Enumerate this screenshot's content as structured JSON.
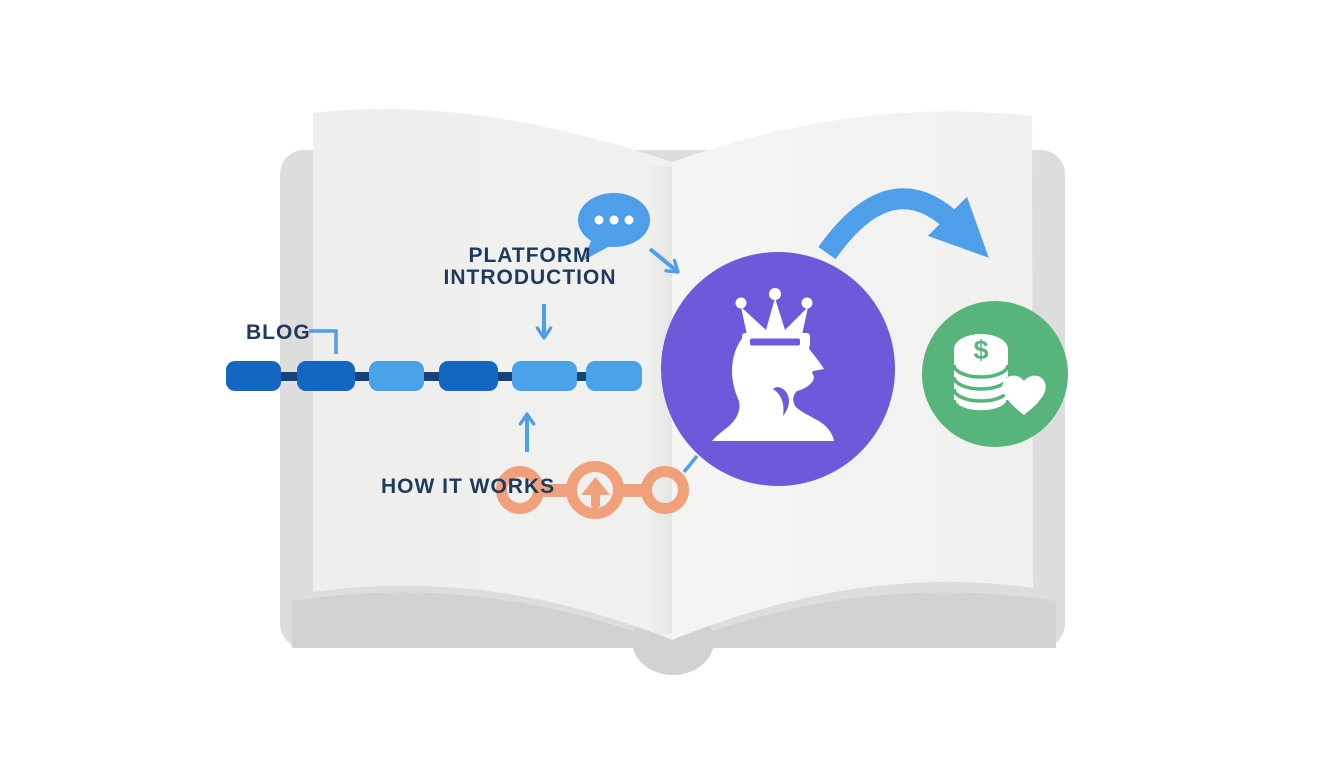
{
  "labels": {
    "blog": "BLOG",
    "platform_intro_line1": "PLATFORM",
    "platform_intro_line2": "INTRODUCTION",
    "how_it_works": "HOW IT WORKS"
  },
  "coin": {
    "symbol": "$"
  },
  "timeline": {
    "blocks": [
      {
        "tone": "dark"
      },
      {
        "tone": "dark"
      },
      {
        "tone": "light"
      },
      {
        "tone": "dark"
      },
      {
        "tone": "light"
      },
      {
        "tone": "light"
      }
    ]
  },
  "icons": {
    "speech_bubble": "speech-bubble-icon (blue ellipse, 3 white dots)",
    "queen_profile": "queen-profile-icon (white head silhouette with crown in purple circle)",
    "coin_stack": "coin-stack-icon (white coins with $ on top)",
    "heart": "heart-icon (white heart)",
    "curved_arrow": "curved-arrow-icon (thick blue arc arrow)",
    "process_rings": "process-rings-icon (three orange rings, middle has up arrow)"
  },
  "colors": {
    "accent_blue": "#4f9ee9",
    "block_dark": "#1366c1",
    "block_light": "#4aa2e9",
    "connector_navy": "#15447c",
    "purple": "#6e59da",
    "green": "#57b47b",
    "orange": "#f0a07a",
    "text_navy": "#1e3a5c",
    "cover_gray": "#dddddd",
    "page_gray": "#efefee"
  }
}
